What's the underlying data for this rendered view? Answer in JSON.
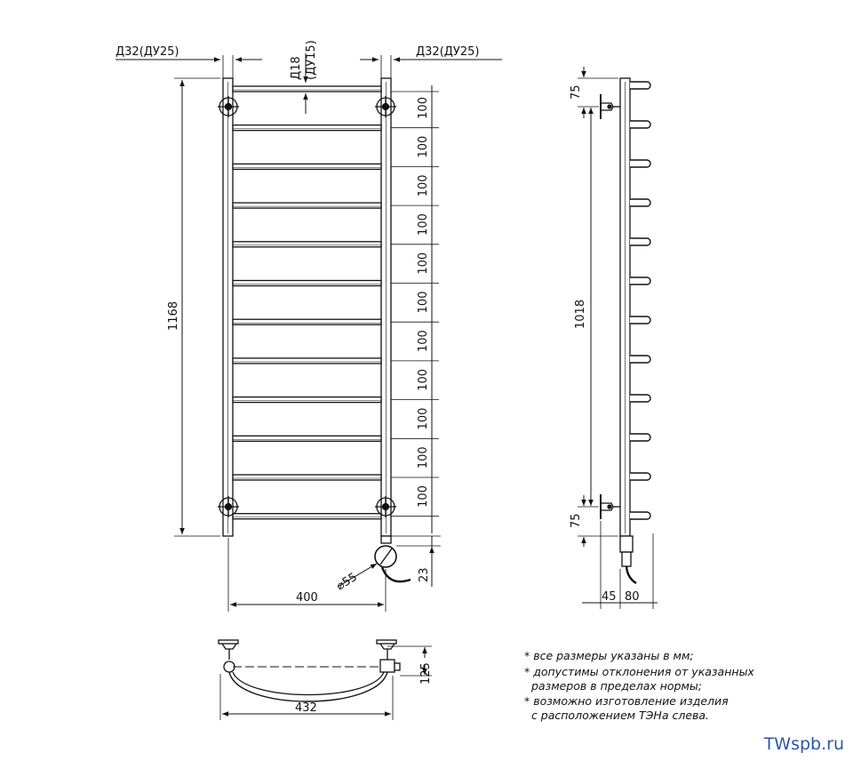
{
  "front_view": {
    "conn_left": "Д32(ДУ25)",
    "conn_right": "Д32(ДУ25)",
    "conn_top_1": "Д18",
    "conn_top_2": "(ДУ15)",
    "height": "1168",
    "width": "400",
    "rung_spacing": "100",
    "rung_spacing_count": 11,
    "heater_diameter": "⌀55",
    "heater_offset": "23"
  },
  "side_view": {
    "bracket_top": "75",
    "bracket_bottom": "75",
    "height": "1018",
    "depth_1": "45",
    "depth_2": "80"
  },
  "top_view": {
    "depth": "125",
    "width": "432"
  },
  "notes": [
    "* все размеры указаны в мм;",
    "* допустимы отклонения от указанных",
    "  размеров в пределах нормы;",
    "* возможно изготовление изделия",
    "  с расположением ТЭНа слева."
  ],
  "brand": "TWspb.ru"
}
